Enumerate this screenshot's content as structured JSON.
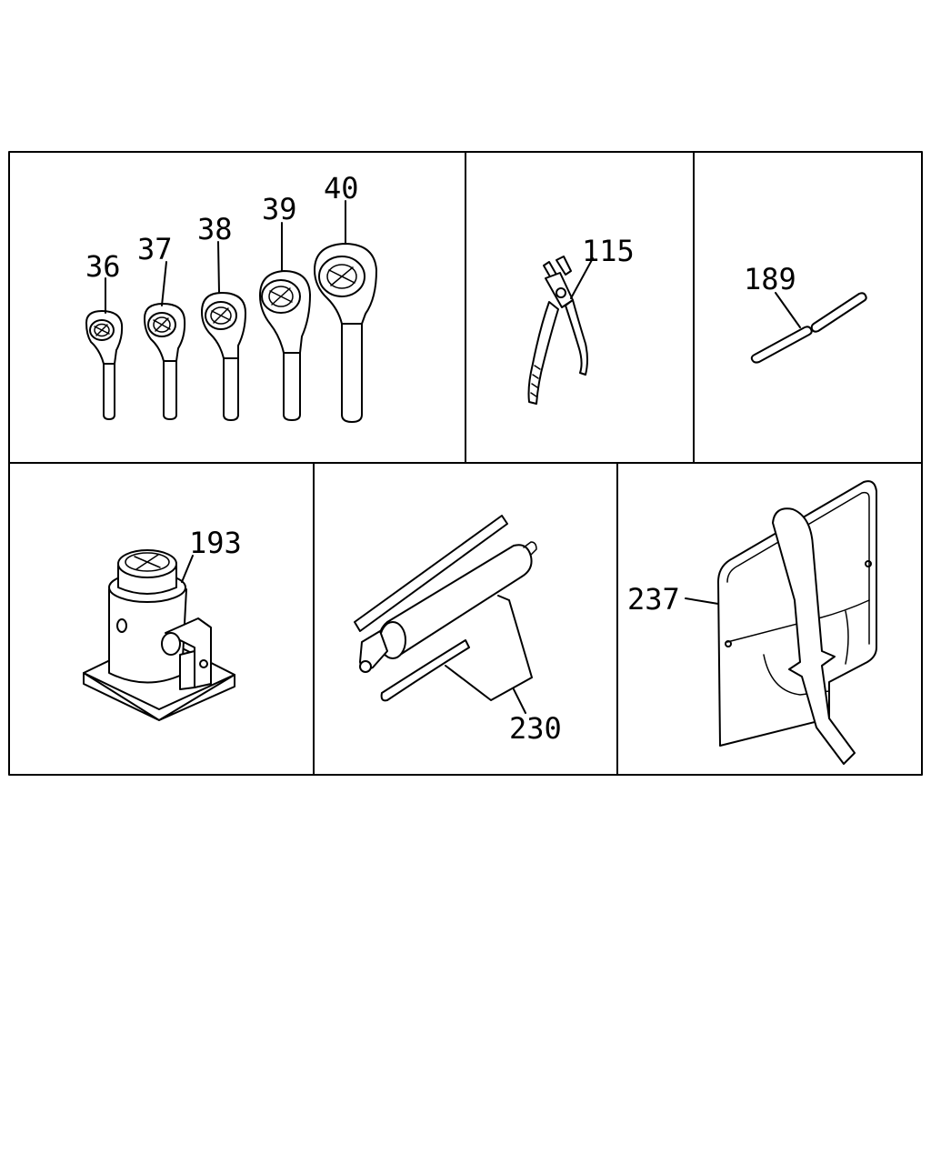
{
  "callouts": {
    "wrench_36": "36",
    "wrench_37": "37",
    "wrench_38": "38",
    "wrench_39": "39",
    "wrench_40": "40",
    "pliers": "115",
    "bar": "189",
    "jack": "193",
    "grease_gun": "230",
    "tool_bag": "237"
  },
  "colors": {
    "line": "#000000",
    "background": "#ffffff"
  }
}
